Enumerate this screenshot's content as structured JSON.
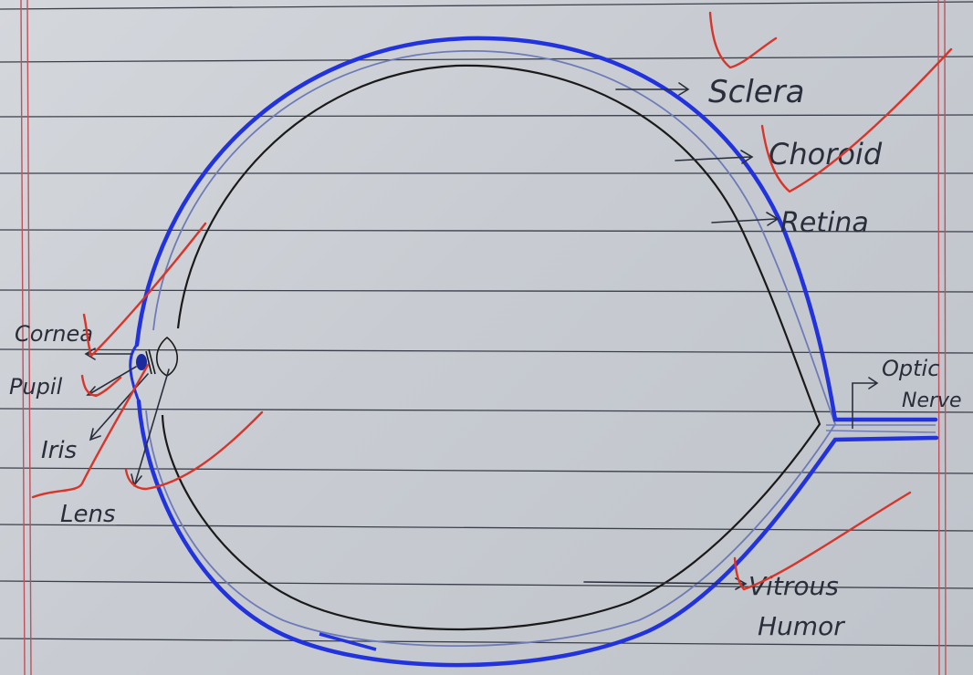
{
  "labels": {
    "sclera": "Sclera",
    "choroid": "Choroid",
    "retina": "Retina",
    "optic_nerve_line1": "Optic",
    "optic_nerve_line2": "Nerve",
    "cornea": "Cornea",
    "pupil": "Pupil",
    "iris": "Iris",
    "lens": "Lens",
    "vitreous_line1": "Vitrous",
    "vitreous_line2": "Humor"
  },
  "colors": {
    "paper": "#c9cdd3",
    "ruled_line": "#3a3f4a",
    "margin_line": "#c0505a",
    "sclera": "#2233dd",
    "choroid": "#6f7bb8",
    "retina": "#1a1a1a",
    "ink": "#2a2e3a",
    "teacher_mark": "#d8352a"
  }
}
